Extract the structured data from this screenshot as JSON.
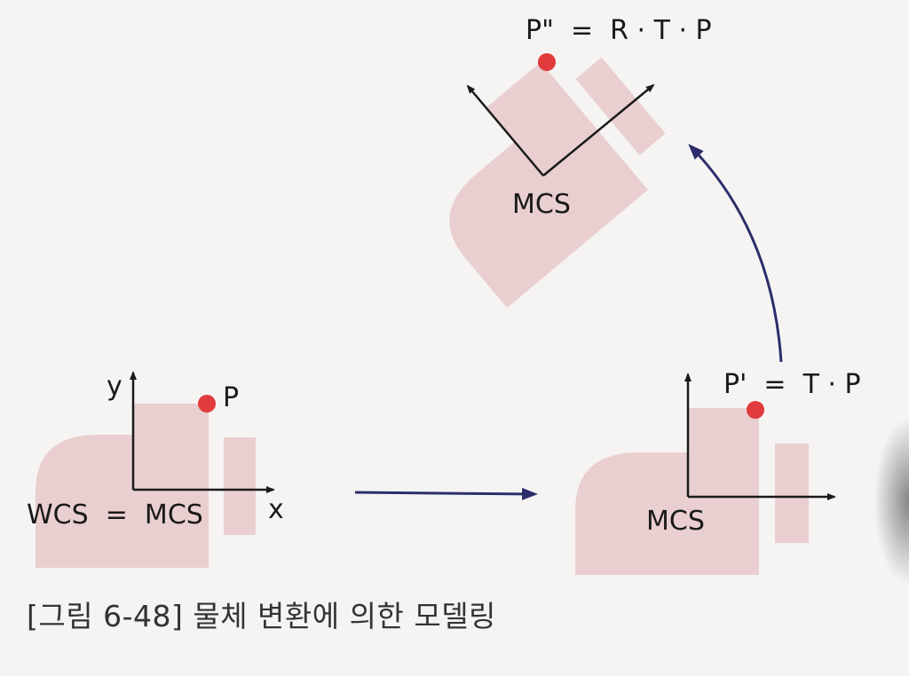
{
  "figure": {
    "caption": "[그림 6-48] 물체 변환에 의한 모델링",
    "colors": {
      "shape": "#e9cfcf",
      "point": "#e23b3b",
      "axis": "#1a1a1a",
      "arrow": "#2c2e6b"
    }
  },
  "original": {
    "axis_y": "y",
    "axis_x": "x",
    "point": "P",
    "frame": "WCS  =  MCS"
  },
  "translated": {
    "point_eq": "P'  =  T · P",
    "frame": "MCS"
  },
  "rotated": {
    "point_eq": "P\"  =  R · T · P",
    "frame": "MCS"
  }
}
